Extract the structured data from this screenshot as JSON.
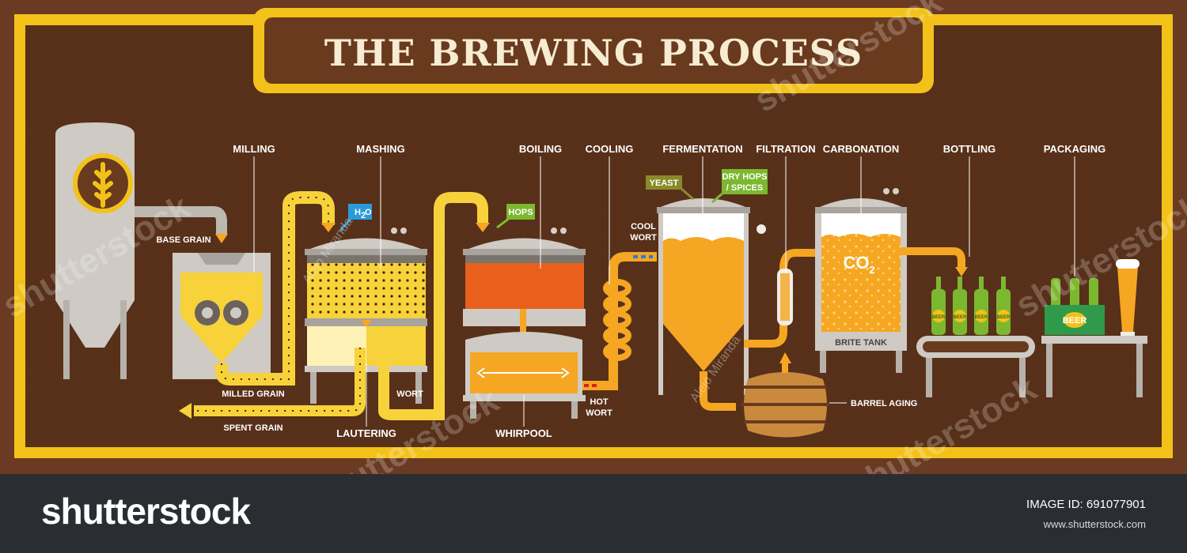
{
  "title": "THE BREWING PROCESS",
  "steps": {
    "milling": "MILLING",
    "mashing": "MASHING",
    "boiling": "BOILING",
    "cooling": "COOLING",
    "fermentation": "FERMENTATION",
    "filtration": "FILTRATION",
    "carbonation": "CARBONATION",
    "bottling": "BOTTLING",
    "packaging": "PACKAGING"
  },
  "labels": {
    "base_grain": "BASE GRAIN",
    "milled_grain": "MILLED GRAIN",
    "spent_grain": "SPENT GRAIN",
    "lautering": "LAUTERING",
    "wort": "WORT",
    "whirpool": "WHIRPOOL",
    "hot_wort_1": "HOT",
    "hot_wort_2": "WORT",
    "cool_wort_1": "COOL",
    "cool_wort_2": "WORT",
    "barrel_aging": "BARREL AGING",
    "brite_tank": "BRITE TANK",
    "co2": "CO",
    "co2_sub": "2"
  },
  "tags": {
    "h2o": "H",
    "h2o_sub": "2",
    "h2o_end": "O",
    "hops": "HOPS",
    "yeast": "YEAST",
    "dry_hops_1": "DRY HOPS",
    "dry_hops_2": "/ SPICES"
  },
  "product_label": "BEER",
  "watermarks": {
    "brand": "shutterstock",
    "author": "Alejo Miranda"
  },
  "footer": {
    "logo": "shutterstock",
    "image_id_label": "IMAGE ID:",
    "image_id_value": "691077901",
    "url": "www.shutterstock.com"
  },
  "colors": {
    "board": "#6b3a22",
    "frame": "#f2c21a",
    "beer": "#f5a623",
    "grain": "#f7d23a",
    "boil": "#e8601c",
    "tank": "#c9c4bd",
    "bottle": "#7cb82f",
    "footer": "#2a2e33"
  }
}
